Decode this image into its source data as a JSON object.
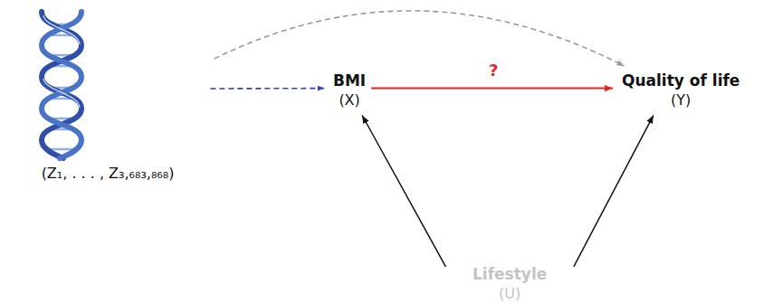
{
  "diagram": {
    "nodes": [
      {
        "text": [
          "(Z₁, . . . , Z₃,₆₈₃,₈₆₈)"
        ]
      },
      {
        "text": [
          "BMI",
          "(X)"
        ]
      },
      {
        "text": [
          "Quality of life",
          "(Y)"
        ]
      },
      {
        "text": [
          "Lifestyle",
          "(U)"
        ]
      }
    ],
    "edges": [
      {
        "from": 0,
        "to": 1,
        "arrow": "to"
      },
      {
        "from": 0,
        "to": 2,
        "arrow": "to"
      },
      {
        "from": 1,
        "to": 2,
        "label": "?",
        "arrow": "to"
      },
      {
        "from": 3,
        "to": 1,
        "arrow": "to"
      },
      {
        "from": 3,
        "to": 2,
        "arrow": "to"
      }
    ]
  }
}
